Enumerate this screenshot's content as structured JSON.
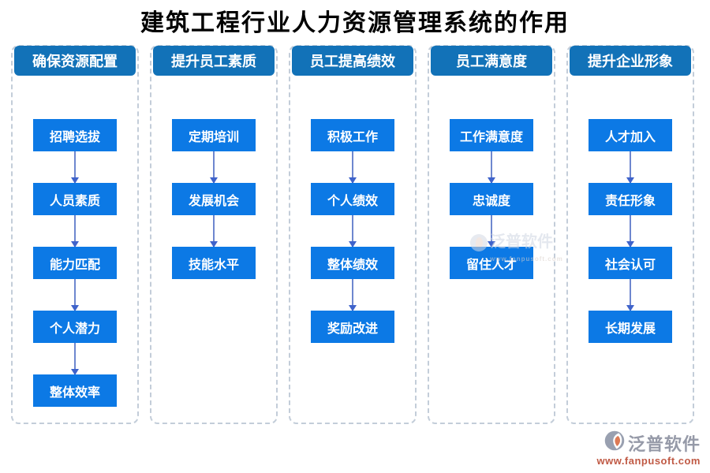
{
  "title": "建筑工程行业人力资源管理系统的作用",
  "diagram": {
    "type": "flow-columns",
    "columns": [
      {
        "header": "确保资源配置",
        "items": [
          "招聘选拔",
          "人员素质",
          "能力匹配",
          "个人潜力",
          "整体效率"
        ]
      },
      {
        "header": "提升员工素质",
        "items": [
          "定期培训",
          "发展机会",
          "技能水平"
        ]
      },
      {
        "header": "员工提高绩效",
        "items": [
          "积极工作",
          "个人绩效",
          "整体绩效",
          "奖励改进"
        ]
      },
      {
        "header": "员工满意度",
        "items": [
          "工作满意度",
          "忠诚度",
          "留住人才"
        ]
      },
      {
        "header": "提升企业形象",
        "items": [
          "人才加入",
          "责任形象",
          "社会认可",
          "长期发展"
        ]
      }
    ]
  },
  "colors": {
    "header_bg": "#1272b8",
    "item_bg": "#0c79e5",
    "arrow_line": "#6e87cf",
    "arrow_head": "#3f63cb",
    "column_border": "#c3cdd9",
    "title_color": "#000000",
    "logo_name_color": "#969aa8",
    "logo_url_color": "#c05a45"
  },
  "watermark": {
    "text": "泛普软件",
    "sub": "www.fanpusoft.com"
  },
  "logo": {
    "name": "泛普软件",
    "url": "www.fanpusoft.com"
  }
}
